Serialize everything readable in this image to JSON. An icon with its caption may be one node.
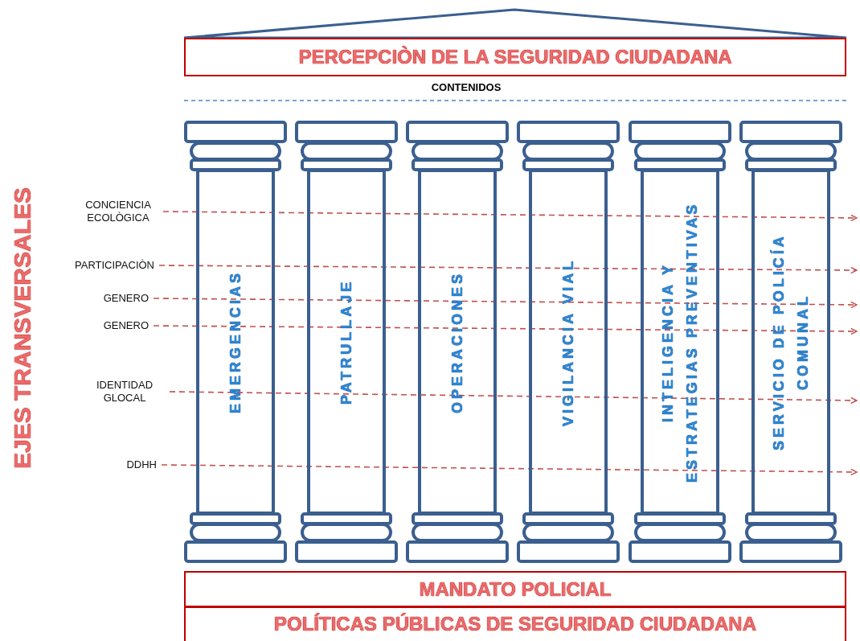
{
  "diagram": {
    "nodes": [
      {
        "text": [],
        "shape": "triangle"
      },
      {
        "text": [
          "PERCEPCIÒN DE LA SEGURIDAD CIUDADANA"
        ]
      },
      {
        "text": [
          "EMERGENCIAS"
        ]
      },
      {
        "text": [
          "PATRULLAJE"
        ]
      },
      {
        "text": [
          "OPERACIONES"
        ]
      },
      {
        "text": [
          "VIGILANCIA VIAL"
        ]
      },
      {
        "text": [
          "INTELIGENCIA Y ESTRATEGIAS PREVENTIVAS"
        ]
      },
      {
        "text": [
          "SERVICIO DE POLICÍA COMUNAL"
        ]
      },
      {
        "text": [
          "MANDATO POLICIAL"
        ]
      },
      {
        "text": [
          "POLÍTICAS PÚBLICAS DE SEGURIDAD CIUDADANA"
        ]
      },
      {
        "text": [
          "CONCIENCIA ECOLÒGICA"
        ]
      },
      {
        "text": [
          "PARTICIPACIÒN"
        ]
      },
      {
        "text": [
          "GENERO"
        ]
      },
      {
        "text": [
          "GENERO"
        ]
      },
      {
        "text": [
          "IDENTIDAD GLOCAL"
        ]
      },
      {
        "text": [
          "DDHH"
        ]
      }
    ],
    "edges": [
      {
        "from": 10,
        "to": null,
        "arrow": "to",
        "style": "dashed"
      },
      {
        "from": 11,
        "to": null,
        "arrow": "to",
        "style": "dashed"
      },
      {
        "from": 12,
        "to": null,
        "arrow": "to",
        "style": "dashed"
      },
      {
        "from": 13,
        "to": null,
        "arrow": "to",
        "style": "dashed"
      },
      {
        "from": 14,
        "to": null,
        "arrow": "to",
        "style": "dashed"
      },
      {
        "from": 15,
        "to": null,
        "arrow": "to",
        "style": "dashed"
      }
    ],
    "labels": [
      "CONTENIDOS",
      "EJES TRANSVERSALES"
    ]
  }
}
